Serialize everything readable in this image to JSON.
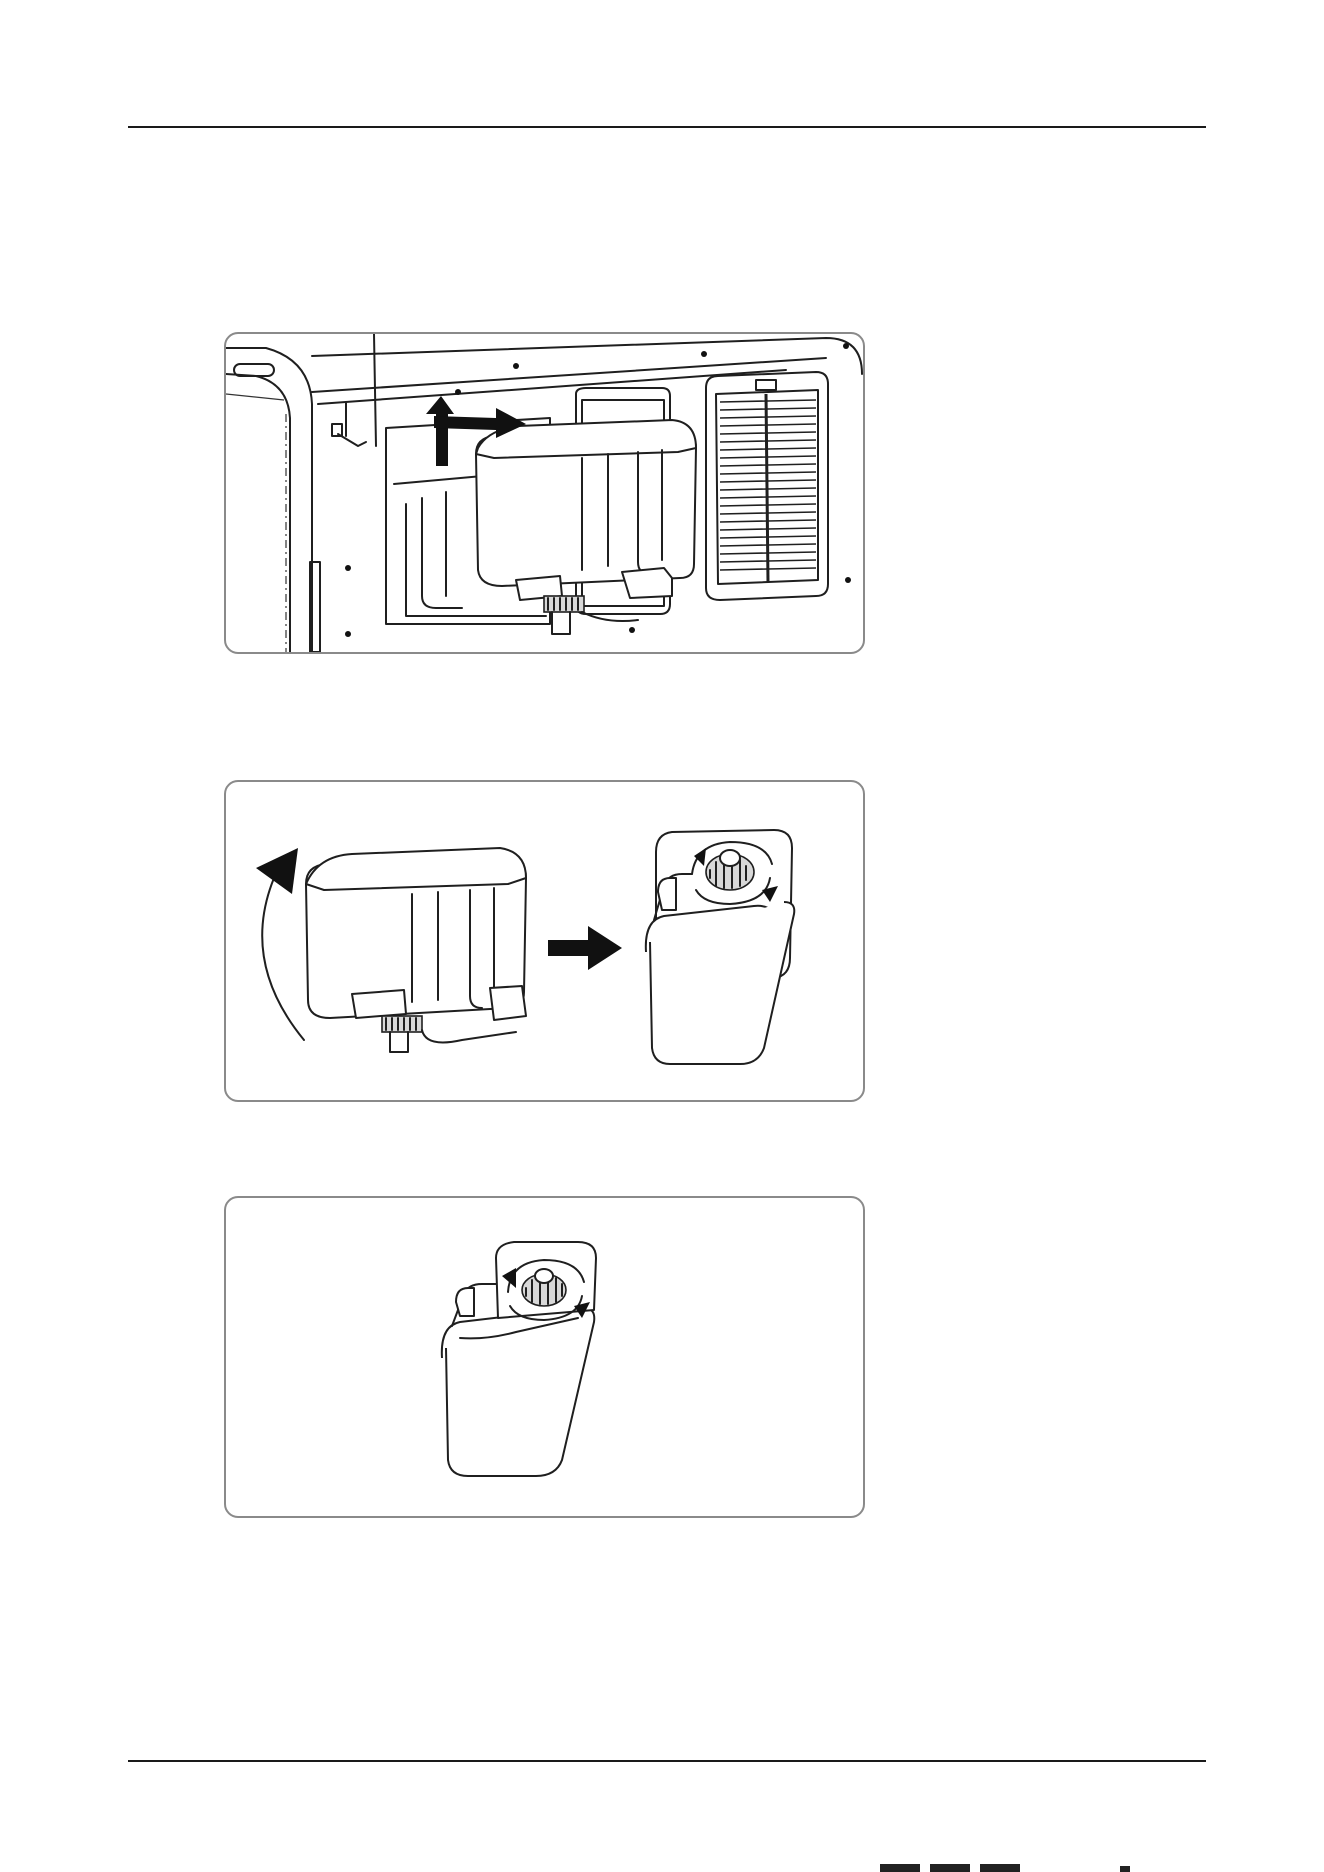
{
  "page": {
    "figures": [
      {
        "id": "remove-tank",
        "icons": [
          "arrow-up-icon",
          "arrow-right-icon"
        ]
      },
      {
        "id": "flip-tank",
        "icons": [
          "curved-arrow-icon",
          "arrow-right-icon",
          "rotate-icon"
        ]
      },
      {
        "id": "turn-cap",
        "icons": [
          "rotate-icon"
        ]
      }
    ],
    "colors": {
      "line": "#1f1f1f",
      "frame": "#8a8a8a",
      "rule": "#1a1a1a"
    }
  }
}
